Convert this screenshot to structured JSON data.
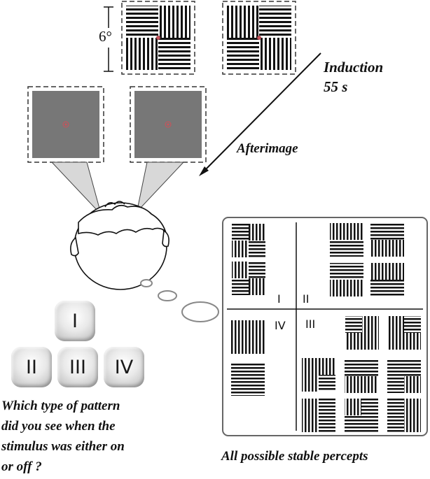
{
  "labels": {
    "size": "6°",
    "induction": "Induction",
    "duration": "55 s",
    "afterimage": "Afterimage",
    "question_lines": [
      "Which type of pattern",
      "did you see when the",
      "stimulus was either on",
      "or off ?"
    ],
    "percepts_caption": "All possible stable percepts"
  },
  "answer_keys": [
    "I",
    "II",
    "III",
    "IV"
  ],
  "quadrants": [
    "I",
    "II",
    "III",
    "IV"
  ],
  "colors": {
    "grating_dark": "#111111",
    "grating_light": "#ffffff",
    "afterimage_gray": "#777777",
    "fixation_dot": "#d05058",
    "frame_stroke": "#555555"
  }
}
